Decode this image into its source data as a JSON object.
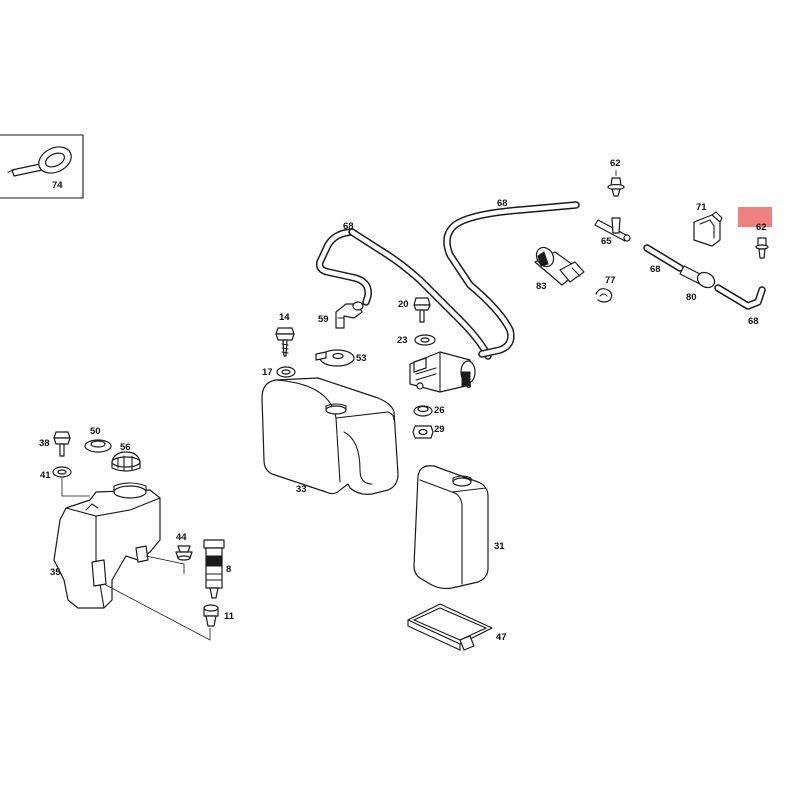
{
  "highlight_color": "#f08080",
  "callouts": {
    "c74": "74",
    "c62_top": "62",
    "c62_right": "62",
    "c71": "71",
    "c68_top": "68",
    "c68_left": "68",
    "c68_mid": "68",
    "c68_right": "68",
    "c65": "65",
    "c77": "77",
    "c80": "80",
    "c83": "83",
    "c14": "14",
    "c59": "59",
    "c20": "20",
    "c23": "23",
    "c53": "53",
    "c17": "17",
    "c5": "5",
    "c26": "26",
    "c29": "29",
    "c33": "33",
    "c31": "31",
    "c47": "47",
    "c38": "38",
    "c50": "50",
    "c56": "56",
    "c41": "41",
    "c35": "35",
    "c44": "44",
    "c8": "8",
    "c11": "11"
  }
}
